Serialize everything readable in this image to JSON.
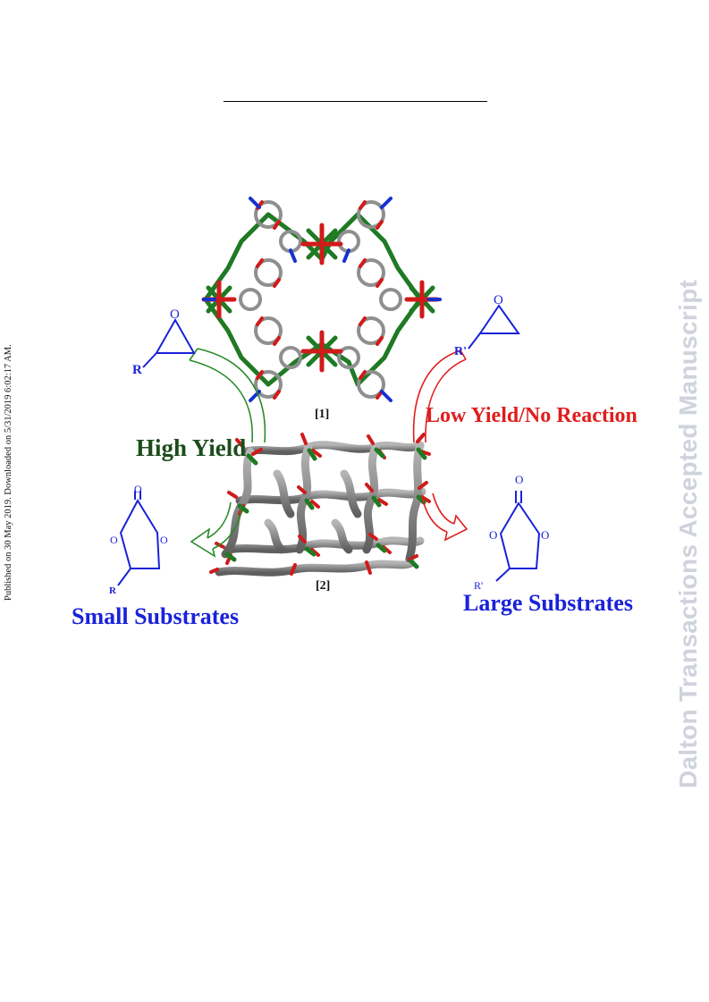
{
  "margin_note": "Published on 30 May 2019. Downloaded on 5/31/2019 6:02:17 AM.",
  "watermark": "Dalton Transactions Accepted Manuscript",
  "figure": {
    "label_1": "[1]",
    "label_2": "[2]",
    "high_yield": "High Yield",
    "low_yield": "Low Yield/No Reaction",
    "small_substrates": "Small Substrates",
    "large_substrates": "Large Substrates",
    "epoxide_left_O": "O",
    "epoxide_left_R": "R",
    "epoxide_right_O": "O",
    "epoxide_right_R": "R'",
    "carbonate_left_O_top": "O",
    "carbonate_left_O_l": "O",
    "carbonate_left_O_r": "O",
    "carbonate_left_R": "R",
    "carbonate_right_O_top": "O",
    "carbonate_right_O_l": "O",
    "carbonate_right_O_r": "O",
    "carbonate_right_R": "R'"
  },
  "colors": {
    "green": "#1b4d1b",
    "red": "#e01d1d",
    "blue": "#1a22d8",
    "watermark": "#cfd3dc"
  }
}
